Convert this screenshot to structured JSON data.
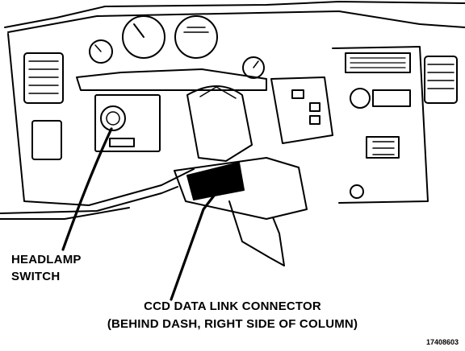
{
  "labels": {
    "headlamp_switch": [
      "HEADLAMP",
      "SWITCH"
    ],
    "ccd_connector": [
      "CCD DATA LINK CONNECTOR",
      "(BEHIND DASH, RIGHT SIDE OF COLUMN)"
    ]
  },
  "figure_number": "17408603",
  "colors": {
    "ink": "#000000",
    "paper": "#ffffff"
  }
}
